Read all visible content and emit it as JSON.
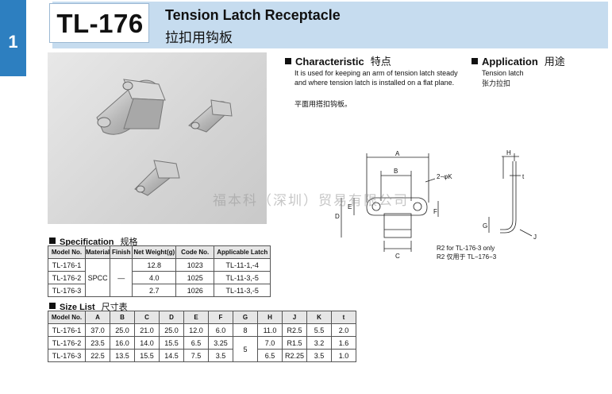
{
  "side_tab": {
    "number": "1"
  },
  "header": {
    "code": "TL-176",
    "title_en": "Tension Latch Receptacle",
    "title_cn": "拉扣用钩板"
  },
  "characteristic": {
    "heading": "Characteristic",
    "heading_cn": "特点",
    "text": "It is used for keeping an arm of tension latch steady and where tension latch is installed on a flat plane.",
    "text_cn": "平面用搭扣钩板。"
  },
  "application": {
    "heading": "Application",
    "heading_cn": "用途",
    "text": "Tension latch",
    "text_cn": "张力拉扣"
  },
  "drawing": {
    "labels": {
      "A": "A",
      "B": "B",
      "C": "C",
      "D": "D",
      "E": "E",
      "F": "F",
      "G": "G",
      "H": "H",
      "J": "J",
      "K": "K",
      "t": "t",
      "hole": "2−φK"
    },
    "note_en": "R2 for TL-176-3 only",
    "note_cn": "R2 仅用于 TL−176−3"
  },
  "watermark": "福本科（深圳）贸易有限公司",
  "specification": {
    "heading": "Specification",
    "heading_cn": "规格",
    "headers": [
      "Model No.",
      "Material",
      "Finish",
      "Net Weight(g)",
      "Code No.",
      "Applicable Latch"
    ],
    "material": "SPCC",
    "finish": "—",
    "rows": [
      {
        "model": "TL-176-1",
        "weight": "12.8",
        "code": "1023",
        "latch": "TL-11-1,-4"
      },
      {
        "model": "TL-176-2",
        "weight": "4.0",
        "code": "1025",
        "latch": "TL-11-3,-5"
      },
      {
        "model": "TL-176-3",
        "weight": "2.7",
        "code": "1026",
        "latch": "TL-11-3,-5"
      }
    ]
  },
  "size_list": {
    "heading": "Size List",
    "heading_cn": "尺寸表",
    "headers": [
      "Model No.",
      "A",
      "B",
      "C",
      "D",
      "E",
      "F",
      "G",
      "H",
      "J",
      "K",
      "t"
    ],
    "g_shared": "5",
    "rows": [
      {
        "model": "TL-176-1",
        "A": "37.0",
        "B": "25.0",
        "C": "21.0",
        "D": "25.0",
        "E": "12.0",
        "F": "6.0",
        "G": "8",
        "H": "11.0",
        "J": "R2.5",
        "K": "5.5",
        "t": "2.0"
      },
      {
        "model": "TL-176-2",
        "A": "23.5",
        "B": "16.0",
        "C": "14.0",
        "D": "15.5",
        "E": "6.5",
        "F": "3.25",
        "H": "7.0",
        "J": "R1.5",
        "K": "3.2",
        "t": "1.6"
      },
      {
        "model": "TL-176-3",
        "A": "22.5",
        "B": "13.5",
        "C": "15.5",
        "D": "14.5",
        "E": "7.5",
        "F": "3.5",
        "H": "6.5",
        "J": "R2.25",
        "K": "3.5",
        "t": "1.0"
      }
    ]
  }
}
